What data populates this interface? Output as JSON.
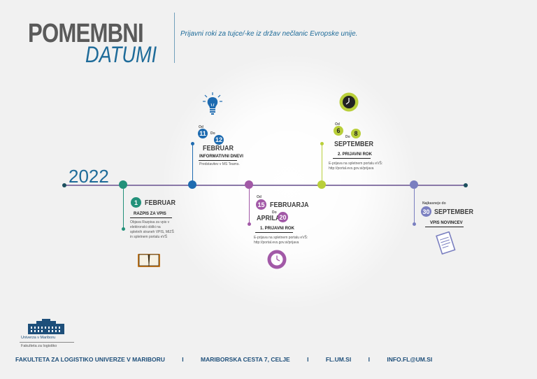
{
  "header": {
    "title_line1": "POMEMBNI",
    "title_line2": "DATUMI",
    "subtitle": "Prijavni roki za tujce/-ke iz držav nečlanic Evropske unije."
  },
  "timeline": {
    "year": "2022",
    "events": [
      {
        "day": "1",
        "month": "FEBRUAR",
        "label": "RAZPIS ZA VPIS",
        "desc": [
          "Objava Razpisa za vpis v",
          "elektronski obliki na",
          "spletnih straneh VPIS, MIZŠ",
          "in spletnem portalu eVŠ"
        ],
        "color": "#23917a",
        "icon": "book-icon"
      },
      {
        "from_label": "Od",
        "from_day": "11",
        "to_label": "Do",
        "to_day": "12",
        "month": "FEBRUAR",
        "label": "INFORMATIVNI DNEVI",
        "desc": [
          "Predstavitev v MS Teams."
        ],
        "color": "#1e6bb0",
        "icon": "lightbulb-icon"
      },
      {
        "from_label": "Od",
        "from_day": "15",
        "from_month": "FEBRUARJA",
        "to_label": "Do",
        "to_day": "20",
        "to_month": "APRILA",
        "label": "1. PRIJAVNI ROK",
        "desc": [
          "E-prijava na spletnem portalu eVŠ:",
          "http://portal.evs.gov.si/prijava"
        ],
        "color": "#a259a7",
        "icon": "clock-icon"
      },
      {
        "from_label": "Od",
        "from_day": "6",
        "to_label": "Do",
        "to_day": "8",
        "month": "SEPTEMBER",
        "label": "2. PRIJAVNI ROK",
        "desc": [
          "E-prijava na spletnem portalu eVŠ:",
          "http://portal.evs.gov.si/prijava"
        ],
        "color": "#b9cf3a",
        "icon": "clock-icon"
      },
      {
        "pre_label": "Najkasneje do",
        "day": "30",
        "month": "SEPTEMBER",
        "label": "VPIS NOVINCEV",
        "color": "#7a7fc0",
        "icon": "document-icon"
      }
    ]
  },
  "logo": {
    "line1": "Univerza v Mariboru",
    "line2": "Fakulteta za logistiko"
  },
  "footer": {
    "name": "FAKULTETA ZA LOGISTIKO UNIVERZE V MARIBORU",
    "separator": "I",
    "address": "MARIBORSKA CESTA 7, CELJE",
    "web": "FL.UM.SI",
    "email": "INFO.FL@UM.SI"
  },
  "colors": {
    "brand_blue": "#1e6b99",
    "timeline_line": "#8a78a8",
    "title_gray": "#5a5a5a"
  }
}
